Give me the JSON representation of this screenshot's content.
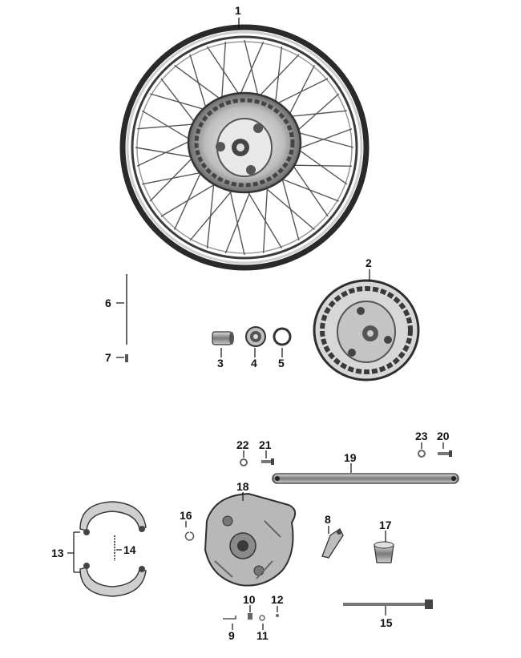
{
  "labels": {
    "p1": "1",
    "p2": "2",
    "p3": "3",
    "p4": "4",
    "p5": "5",
    "p6": "6",
    "p7": "7",
    "p8": "8",
    "p9": "9",
    "p10": "10",
    "p11": "11",
    "p12": "12",
    "p13": "13",
    "p14": "14",
    "p15": "15",
    "p16": "16",
    "p17": "17",
    "p18": "18",
    "p19": "19",
    "p20": "20",
    "p21": "21",
    "p22": "22",
    "p23": "23"
  },
  "colors": {
    "ink": "#111111",
    "metal_dark": "#3a3a3a",
    "metal_mid": "#8c8c8c",
    "metal_light": "#d0d0d0",
    "background": "#ffffff"
  }
}
